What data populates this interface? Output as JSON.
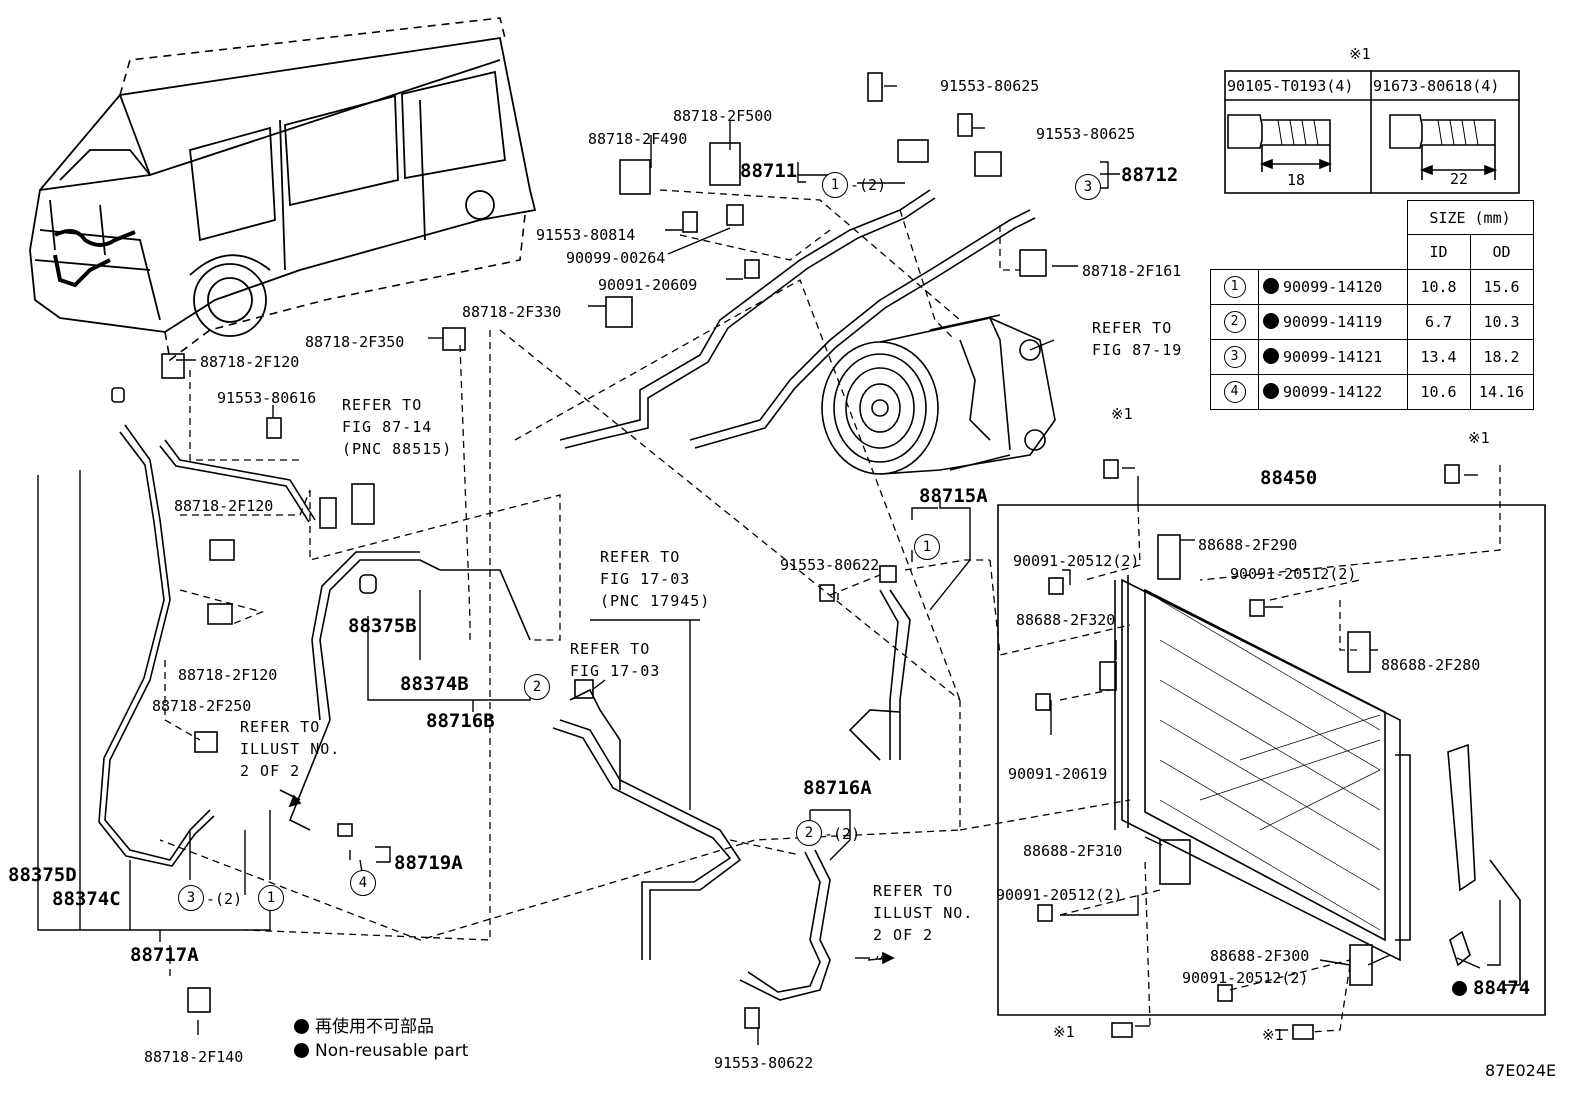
{
  "parts": {
    "p91553_80625_a": "91553-80625",
    "p91553_80625_b": "91553-80625",
    "p88718_2F500": "88718-2F500",
    "p88718_2F490": "88718-2F490",
    "p88711": "88711",
    "p88712": "88712",
    "p91553_80814": "91553-80814",
    "p90099_00264": "90099-00264",
    "p90091_20609": "90091-20609",
    "p88718_2F161": "88718-2F161",
    "p88718_2F330": "88718-2F330",
    "p88718_2F350": "88718-2F350",
    "p88718_2F120_a": "88718-2F120",
    "p91553_80616": "91553-80616",
    "p88718_2F120_b": "88718-2F120",
    "p88718_2F120_c": "88718-2F120",
    "p88718_2F250": "88718-2F250",
    "p88375B": "88375B",
    "p88374B": "88374B",
    "p88716B": "88716B",
    "p88715A": "88715A",
    "p91553_80622_a": "91553-80622",
    "p88450": "88450",
    "p88688_2F290": "88688-2F290",
    "p90091_20512_a": "90091-20512(2)",
    "p90091_20512_b": "90091-20512(2)",
    "p88688_2F320": "88688-2F320",
    "p88688_2F280": "88688-2F280",
    "p90091_20619": "90091-20619",
    "p88688_2F310": "88688-2F310",
    "p90091_20512_c": "90091-20512(2)",
    "p88688_2F300": "88688-2F300",
    "p90091_20512_d": "90091-20512(2)",
    "p88474": "88474",
    "p88716A": "88716A",
    "p88719A": "88719A",
    "p88375D": "88375D",
    "p88374C": "88374C",
    "p88717A": "88717A",
    "p88718_2F140": "88718-2F140",
    "p91553_80622_b": "91553-80622"
  },
  "refers": {
    "r1_l1": "REFER TO",
    "r1_l2": "FIG 87-19",
    "r2_l1": "REFER TO",
    "r2_l2": "FIG 87-14",
    "r2_l3": "(PNC 88515)",
    "r3_l1": "REFER TO",
    "r3_l2": "FIG 17-03",
    "r3_l3": "(PNC 17945)",
    "r4_l1": "REFER TO",
    "r4_l2": "FIG 17-03",
    "r5_l1": "REFER TO",
    "r5_l2": "ILLUST NO.",
    "r5_l3": "2 OF 2",
    "r6_l1": "REFER TO",
    "r6_l2": "ILLUST NO.",
    "r6_l3": "2 OF 2"
  },
  "circles": {
    "c1_top": "1",
    "c1_top_qty": "-(2)",
    "c3_top": "3",
    "c1_mid": "1",
    "c2_b": "2",
    "c2_a": "2",
    "c2_a_qty": "-(2)",
    "c4": "4",
    "c3_bot": "3",
    "c3_bot_qty": "-(2)",
    "c1_bot": "1"
  },
  "asterisks": {
    "a_top": "※1",
    "a_mid1": "※1",
    "a_mid2": "※1",
    "a_bot1": "※1",
    "a_bot2": "※1"
  },
  "bolt_table": {
    "col1": "90105-T0193(4)",
    "col2": "91673-80618(4)",
    "len1": "18",
    "len2": "22"
  },
  "size_table": {
    "title": "SIZE (mm)",
    "h_id": "ID",
    "h_od": "OD",
    "rows": [
      {
        "n": "1",
        "part": "90099-14120",
        "id": "10.8",
        "od": "15.6"
      },
      {
        "n": "2",
        "part": "90099-14119",
        "id": "6.7",
        "od": "10.3"
      },
      {
        "n": "3",
        "part": "90099-14121",
        "id": "13.4",
        "od": "18.2"
      },
      {
        "n": "4",
        "part": "90099-14122",
        "id": "10.6",
        "od": "14.16"
      }
    ]
  },
  "legend": {
    "jp": "再使用不可部品",
    "en": "Non-reusable part"
  },
  "figure_code": "87E024E"
}
